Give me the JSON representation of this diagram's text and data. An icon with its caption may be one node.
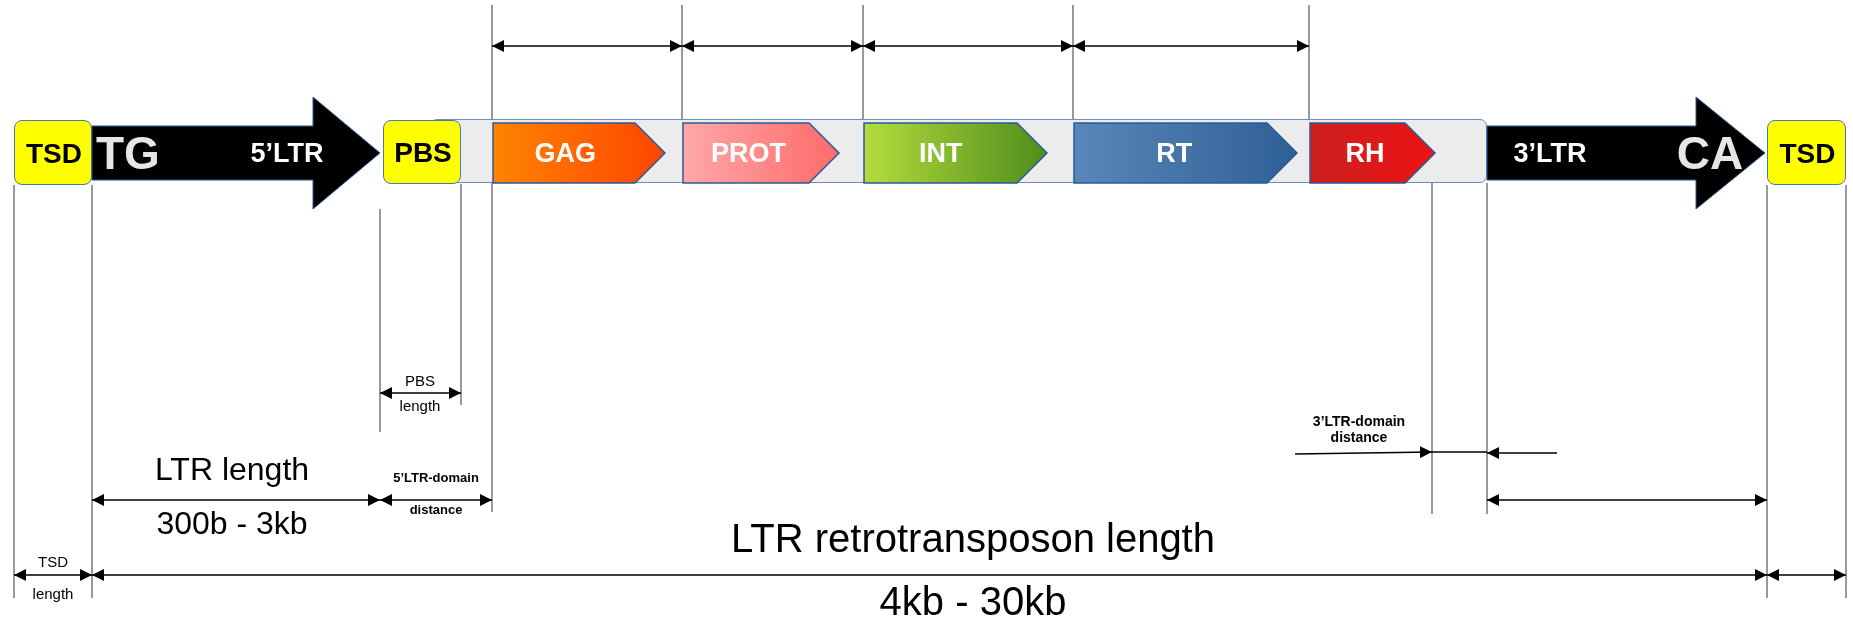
{
  "diagram": {
    "nodes": [
      {
        "text": [
          "TSD"
        ]
      },
      {
        "text": [
          "TG",
          "5’LTR"
        ]
      },
      {
        "text": [
          "PBS"
        ]
      },
      {
        "text": [],
        "shape": "bar"
      },
      {
        "text": [
          "GAG"
        ],
        "in": 3
      },
      {
        "text": [
          "PROT"
        ],
        "in": 3
      },
      {
        "text": [
          "INT"
        ],
        "in": 3
      },
      {
        "text": [
          "RT"
        ],
        "in": 3
      },
      {
        "text": [
          "RH"
        ],
        "in": 3
      },
      {
        "text": [
          "3’LTR",
          "CA"
        ]
      },
      {
        "text": [
          "TSD"
        ]
      }
    ],
    "labels": [
      "PBS",
      "length",
      "3’LTR-domain distance",
      "LTR length",
      "5’LTR-domain",
      "distance",
      "300b - 3kb",
      "LTR retrotransposon length",
      "TSD",
      "length",
      "4kb - 30kb"
    ]
  }
}
